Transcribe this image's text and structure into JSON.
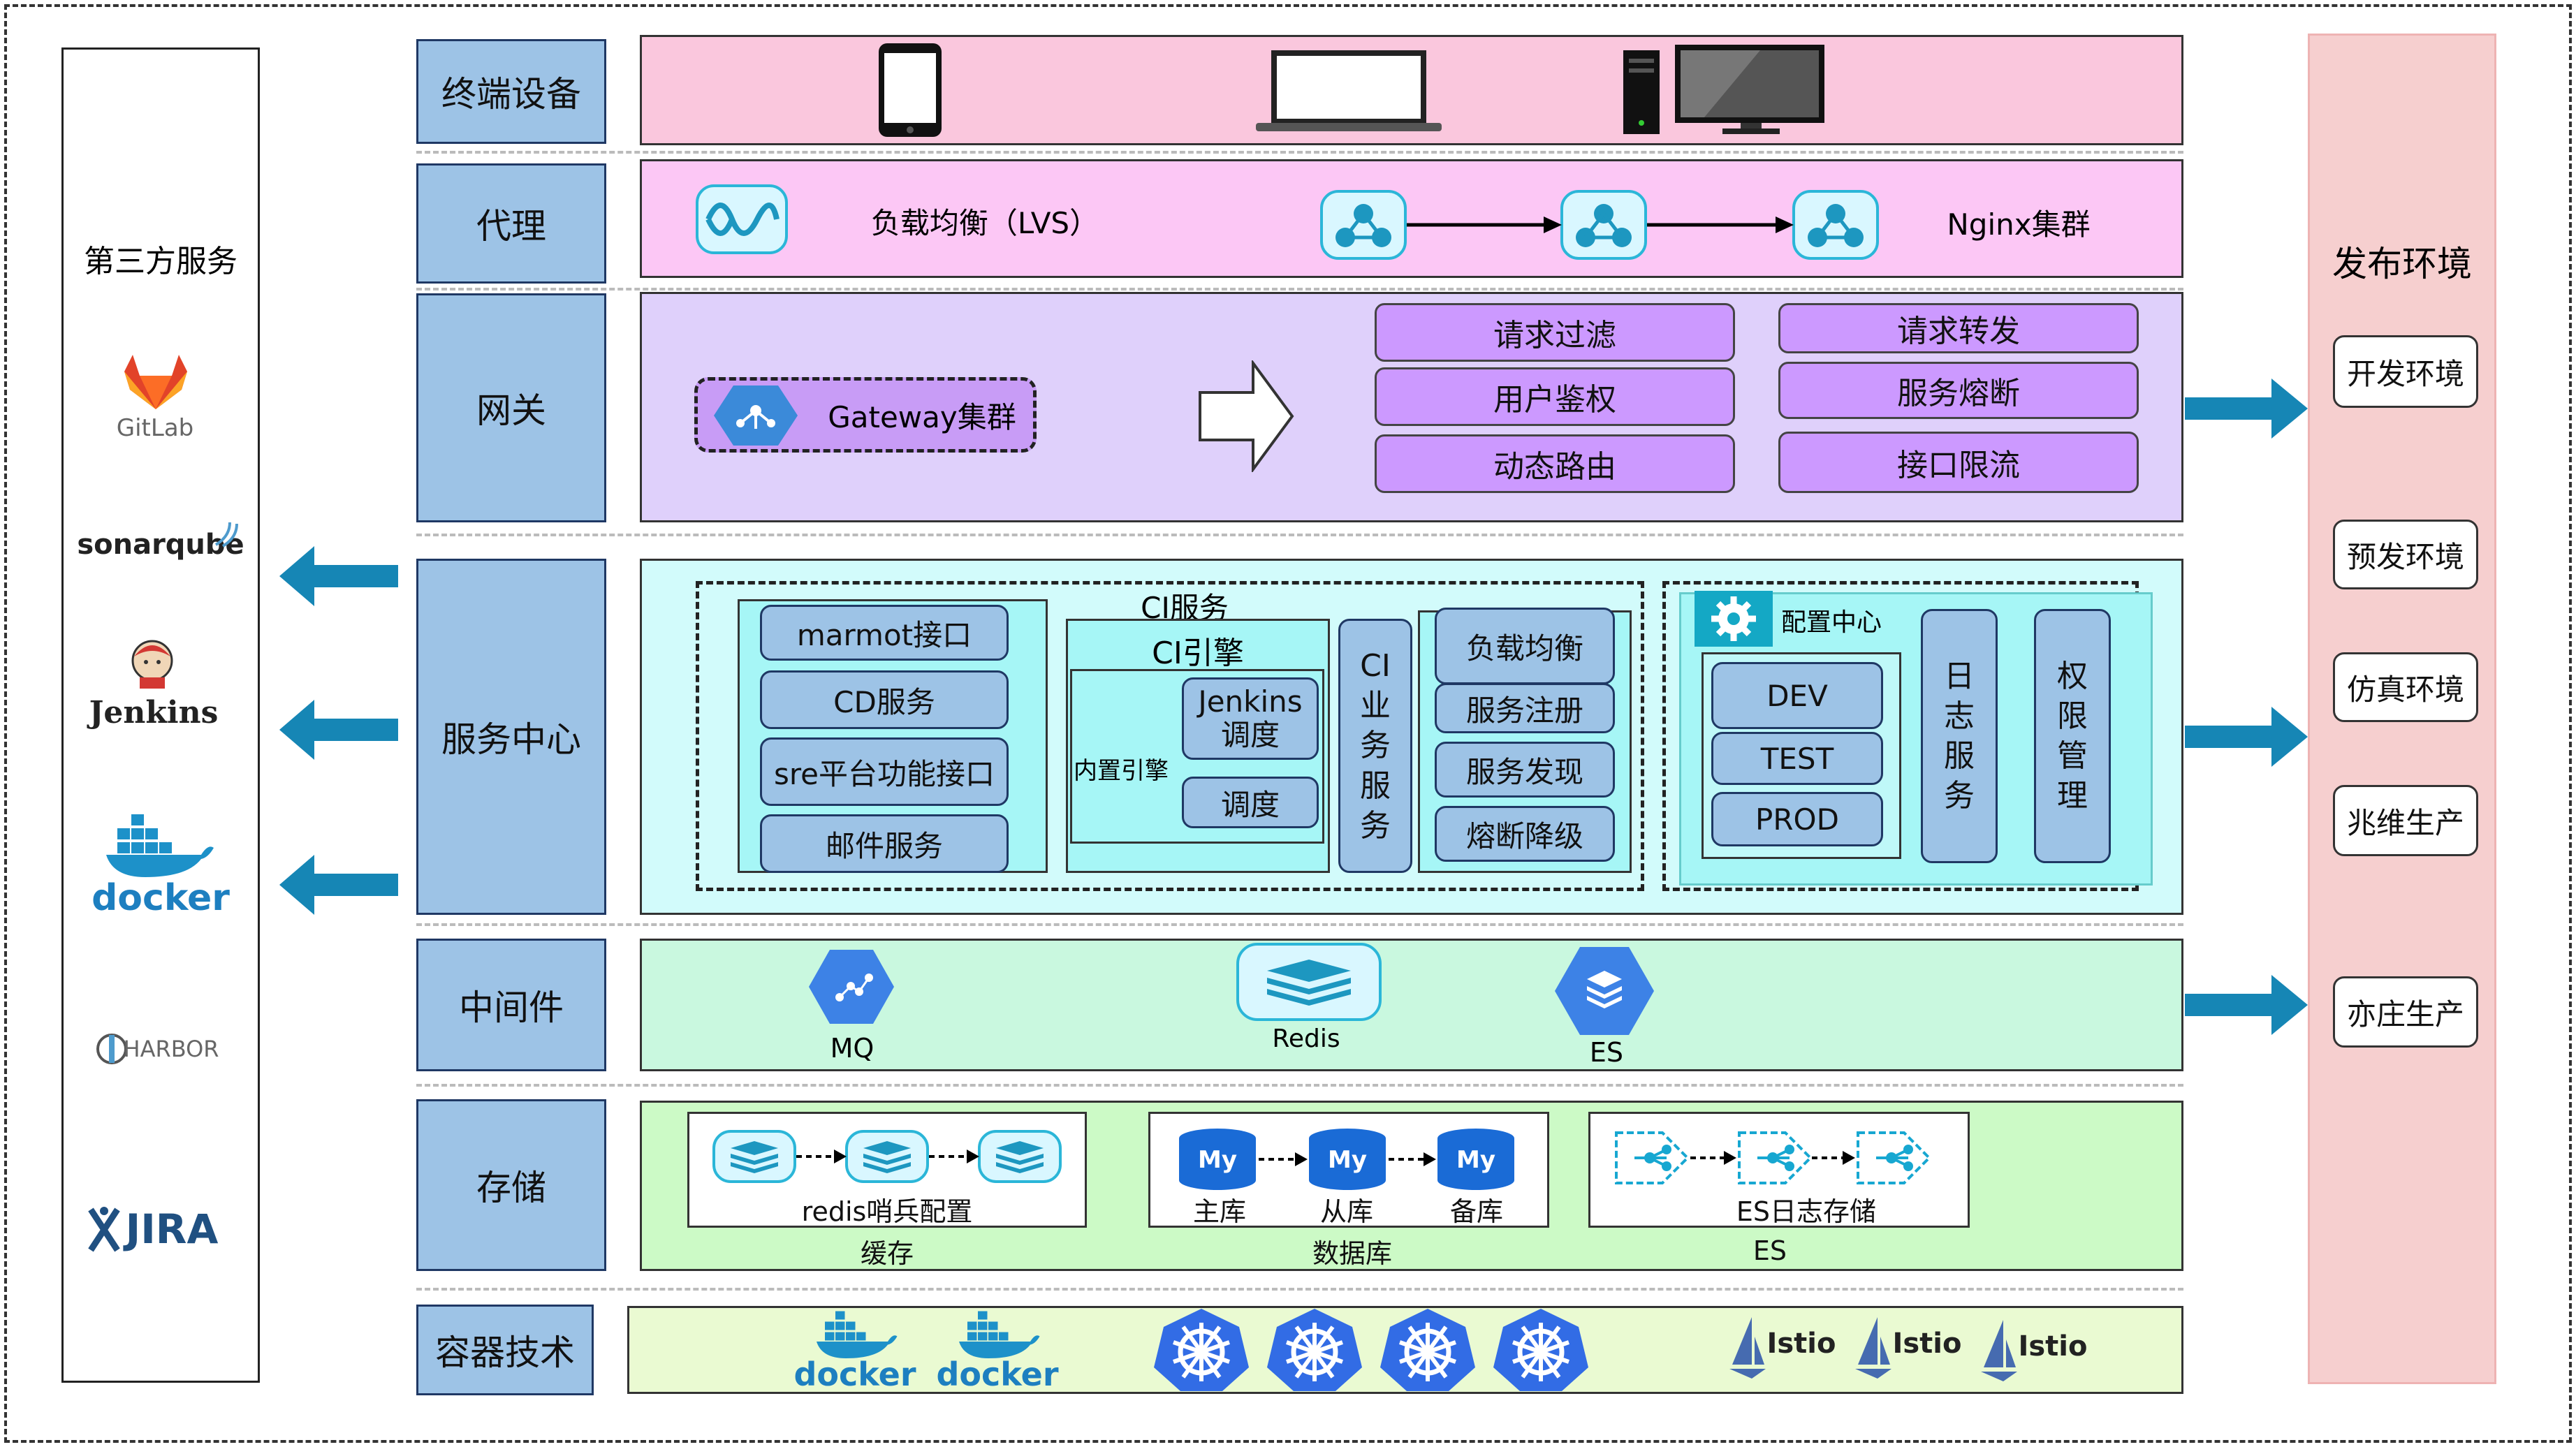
{
  "colors": {
    "teal_arrow": "#1686b5",
    "label_blue": "#9dc3e6",
    "pill_purple": "#cc99ff"
  },
  "third_party": {
    "title": "第三方服务",
    "items": [
      {
        "name": "GitLab",
        "icon": "gitlab-icon"
      },
      {
        "name": "sonarqube",
        "icon": "sonarqube-icon"
      },
      {
        "name": "Jenkins",
        "icon": "jenkins-icon"
      },
      {
        "name": "docker",
        "icon": "docker-icon"
      },
      {
        "name": "HARBOR",
        "icon": "harbor-icon"
      },
      {
        "name": "JIRA",
        "icon": "jira-icon"
      }
    ]
  },
  "layers": {
    "terminal": "终端设备",
    "proxy": "代理",
    "gateway": "网关",
    "service_center": "服务中心",
    "middleware": "中间件",
    "storage": "存储",
    "container": "容器技术"
  },
  "proxy": {
    "lvs": "负载均衡（LVS）",
    "nginx": "Nginx集群"
  },
  "gateway": {
    "cluster": "Gateway集群",
    "features": [
      "请求过滤",
      "请求转发",
      "用户鉴权",
      "服务熔断",
      "动态路由",
      "接口限流"
    ]
  },
  "service_center": {
    "ci_title": "CI服务",
    "left_items": [
      "marmot接口",
      "CD服务",
      "sre平台功能接口",
      "邮件服务"
    ],
    "engine_title": "CI引擎",
    "builtin_engine": "内置引擎",
    "jenkins_sched": "Jenkins\n调度",
    "sched": "调度",
    "ci_business": "CI\n业\n务\n服\n务",
    "right_items": [
      "负载均衡",
      "服务注册",
      "服务发现",
      "熔断降级"
    ],
    "config_center": "配置中心",
    "envs": [
      "DEV",
      "TEST",
      "PROD"
    ],
    "log_service": "日\n志\n服\n务",
    "perm_mgmt": "权\n限\n管\n理"
  },
  "middleware": {
    "mq": "MQ",
    "redis": "Redis",
    "es": "ES"
  },
  "storage": {
    "redis_sentinel": "redis哨兵配置",
    "cache": "缓存",
    "master": "主库",
    "slave": "从库",
    "backup": "备库",
    "database": "数据库",
    "es_log": "ES日志存储",
    "es": "ES"
  },
  "container": {
    "docker": "docker",
    "istio": "Istio"
  },
  "release": {
    "title": "发布环境",
    "envs": [
      "开发环境",
      "预发环境",
      "仿真环境",
      "兆维生产",
      "亦庄生产"
    ]
  }
}
